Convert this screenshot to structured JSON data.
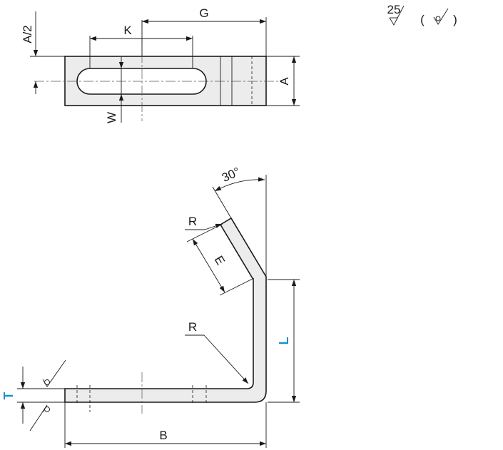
{
  "top_view": {
    "labels": {
      "g": "G",
      "k": "K",
      "a_half": "A/2",
      "a": "A",
      "w": "W"
    }
  },
  "side_view": {
    "labels": {
      "angle": "30°",
      "r_top": "R",
      "e": "E",
      "r_bottom": "R",
      "l": "L",
      "t": "T",
      "b": "B"
    },
    "accent_color": "#1e8fd0"
  },
  "surface_finish": {
    "value": "25",
    "open_paren": "(",
    "close_paren": ")"
  }
}
